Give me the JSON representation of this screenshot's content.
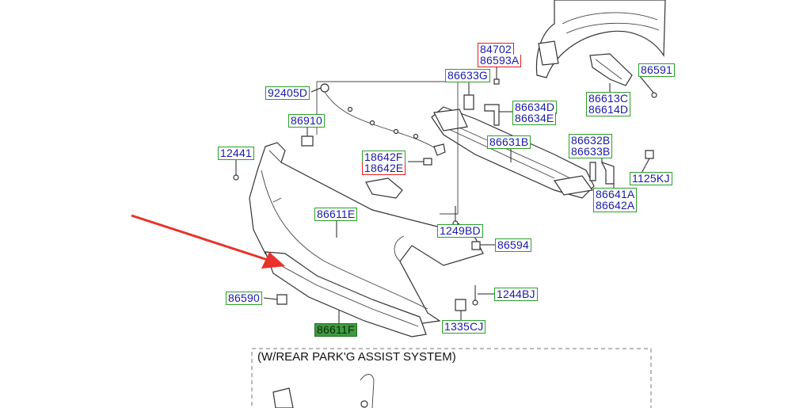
{
  "labels": {
    "p84702": "84702",
    "p86593A": "86593A",
    "p86591": "86591",
    "p86633G": "86633G",
    "p86613C": "86613C",
    "p86614D": "86614D",
    "p92405D": "92405D",
    "p86634D": "86634D",
    "p86634E": "86634E",
    "p86910": "86910",
    "p86631B": "86631B",
    "p86632B": "86632B",
    "p86633B": "86633B",
    "p12441": "12441",
    "p18642F": "18642F",
    "p18642E": "18642E",
    "p1125KJ": "1125KJ",
    "p86641A": "86641A",
    "p86642A": "86642A",
    "p86611E": "86611E",
    "p1249BD": "1249BD",
    "p86594": "86594",
    "p86590": "86590",
    "p1244BJ": "1244BJ",
    "p1335CJ": "1335CJ",
    "p86611F": "86611F"
  },
  "note": "(W/REAR PARK'G ASSIST SYSTEM)",
  "colors": {
    "label_text": "#1a1aa8",
    "label_border": "#2aa02a",
    "label_border_alt": "#e02020",
    "highlight_fill": "#3f9a3f",
    "arrow": "#e8322a"
  }
}
